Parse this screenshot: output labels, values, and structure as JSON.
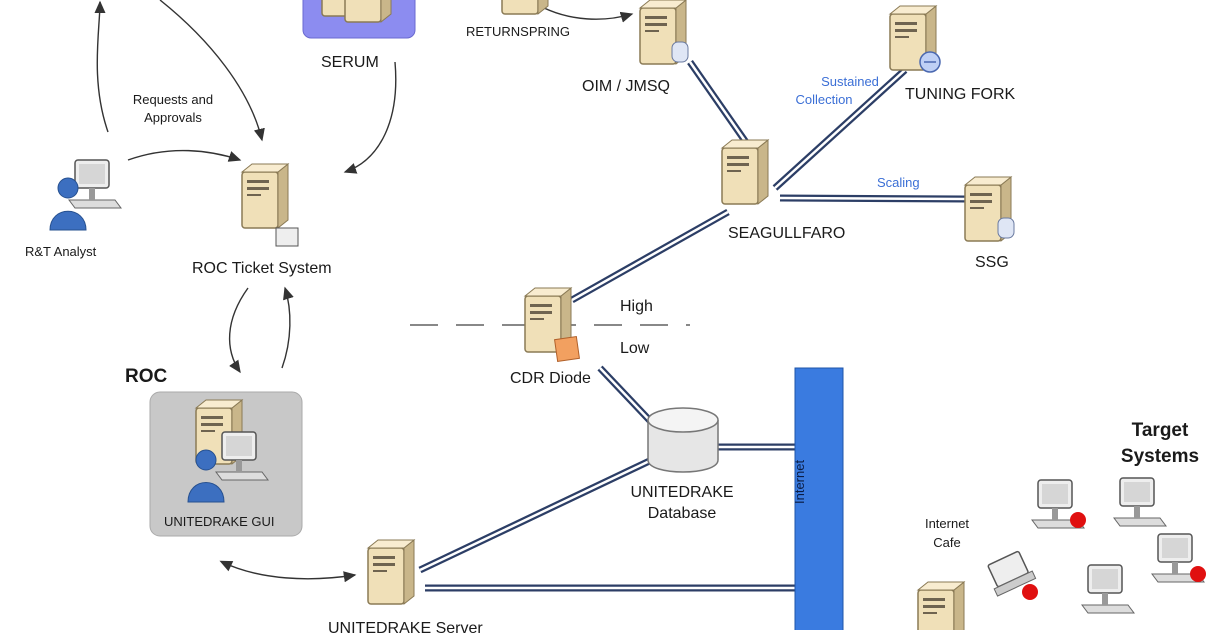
{
  "nodes": {
    "serum": "SERUM",
    "returnspring": "RETURNSPRING",
    "oim_jmsq": "OIM / JMSQ",
    "tuning_fork": "TUNING FORK",
    "seagullfaro": "SEAGULLFARO",
    "ssg": "SSG",
    "rt_analyst": "R&T Analyst",
    "roc_ticket": "ROC Ticket System",
    "roc": "ROC",
    "unitedrake_gui": "UNITEDRAKE GUI",
    "cdr_diode": "CDR Diode",
    "unitedrake_db_1": "UNITEDRAKE",
    "unitedrake_db_2": "Database",
    "unitedrake_server": "UNITEDRAKE Server",
    "internet": "Internet",
    "internet_cafe_1": "Internet",
    "internet_cafe_2": "Cafe",
    "target_1": "Target",
    "target_2": "Systems"
  },
  "edge_labels": {
    "requests_1": "Requests and",
    "requests_2": "Approvals",
    "sustained_1": "Sustained",
    "sustained_2": "Collection",
    "scaling": "Scaling",
    "high": "High",
    "low": "Low"
  },
  "colors": {
    "serum_box": "#8c8cf0",
    "roc_box": "#c8c8c8",
    "internet_bar": "#3a7be0",
    "link": "#2c3e66",
    "server_body": "#f0e0b8",
    "alert_dot": "#e01010",
    "person": "#3c6fc0"
  }
}
